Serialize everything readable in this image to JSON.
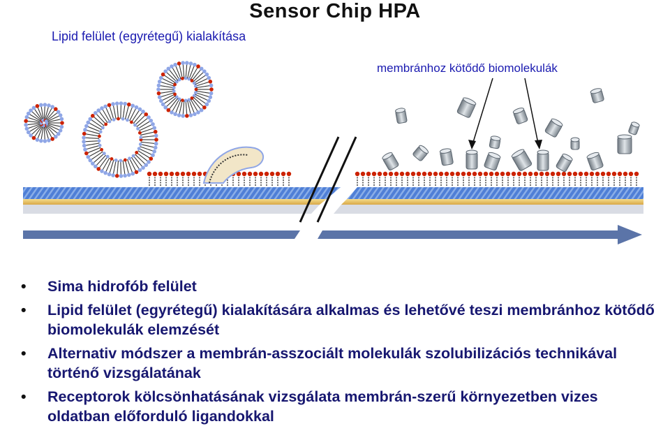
{
  "header": {
    "title": "Sensor Chip HPA",
    "subtitle_left": "Lipid felület (egyrétegű) kialakítása",
    "label_right": "membránhoz kötődő biomolekulák"
  },
  "bullets": [
    "Sima hidrofób felület",
    "Lipid felület (egyrétegű) kialakítására alkalmas és lehetővé teszi membránhoz kötődő biomolekulák elemzését",
    "Alternativ módszer a membrán-asszociált molekulák szolubilizációs technikával történő vizsgálatának",
    "Receptorok kölcsönhatásának vizsgálata membrán-szerű környezetben vizes oldatban előforduló ligandokkal"
  ],
  "bullet_glyph": "•",
  "colors": {
    "lipid_head_blue": "#8fa6e6",
    "lipid_head_red": "#cc2200",
    "chip_blue": "#4f7fd6",
    "chip_stripe": "#8aaee8",
    "chip_gold": "#e8c86a",
    "arrow_blue": "#5b74a8",
    "protein_gray": "#9aa4ad",
    "text_blue": "#1a1ab0",
    "bullet_text": "#171770"
  }
}
